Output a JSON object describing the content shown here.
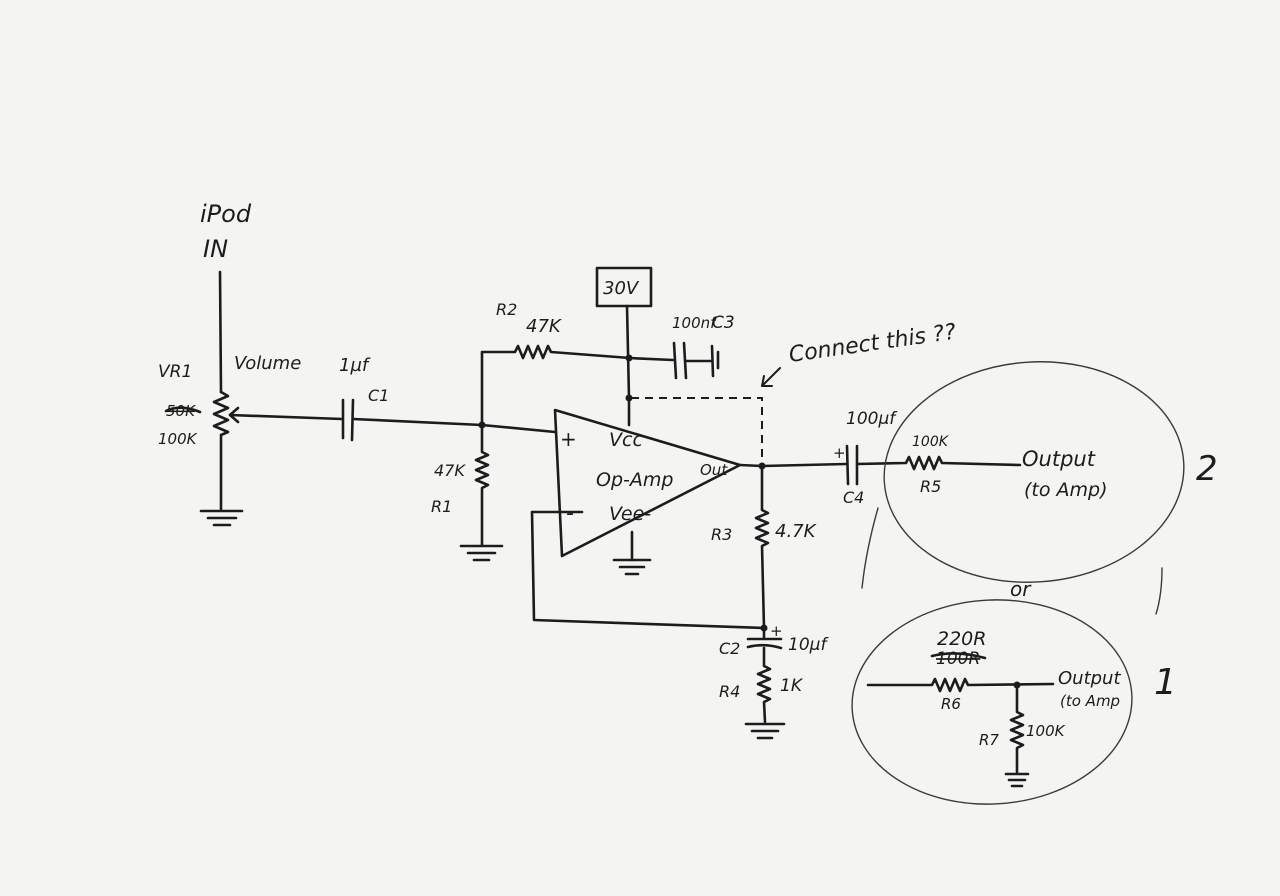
{
  "input": {
    "device": "iPod",
    "direction": "IN"
  },
  "vr1": {
    "ref": "VR1",
    "label": "Volume",
    "old_value": "50K",
    "value": "100K"
  },
  "c1": {
    "value": "1µf",
    "ref": "C1"
  },
  "r1": {
    "value": "47K",
    "ref": "R1"
  },
  "r2": {
    "ref": "R2",
    "value": "47K"
  },
  "supply": {
    "label": "30V"
  },
  "c3": {
    "value": "100nf",
    "ref": "C3"
  },
  "note": {
    "text": "Connect this ??"
  },
  "opamp": {
    "plus": "+",
    "minus": "-",
    "vcc": "Vcc",
    "name": "Op-Amp",
    "vee": "Vee-",
    "out": "Out"
  },
  "r3": {
    "ref": "R3",
    "value": "4.7K"
  },
  "c2": {
    "ref": "C2",
    "value": "10µf",
    "plus": "+"
  },
  "r4": {
    "ref": "R4",
    "value": "1K"
  },
  "c4": {
    "value": "100µf",
    "ref": "C4",
    "plus": "+"
  },
  "r5": {
    "value": "100K",
    "ref": "R5"
  },
  "output2": {
    "line1": "Output",
    "line2": "(to Amp)",
    "option": "2"
  },
  "or_word": "or",
  "option1": {
    "r6_value": "220R",
    "r6_old": "100R",
    "r6_ref": "R6",
    "r7_ref": "R7",
    "r7_value": "100K",
    "out_line1": "Output",
    "out_line2": "(to Amp",
    "option": "1"
  }
}
